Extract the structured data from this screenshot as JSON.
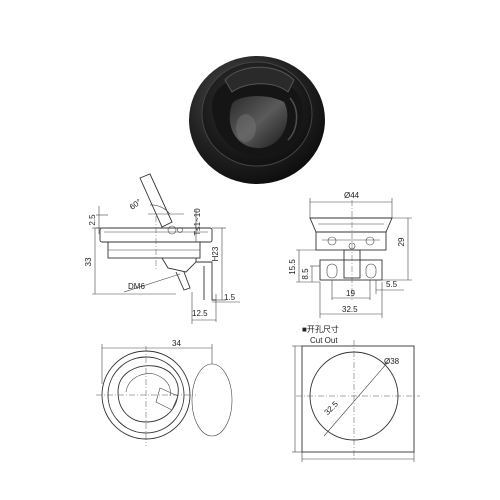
{
  "colors": {
    "background": "#ffffff",
    "line": "#333333",
    "product_body": "#1a1a1a",
    "product_highlight": "#6b6b6b"
  },
  "side_view_left": {
    "dim_2_5": "2.5",
    "angle": "60°",
    "thickness": "T≤1~10",
    "dim_33": "33",
    "dim_h23": "H23",
    "thread": "DM6",
    "dim_1_5": "1.5",
    "dim_12_5": "12.5"
  },
  "side_view_right": {
    "dia_44": "Ø44",
    "dim_29": "29",
    "dim_15_5": "15.5",
    "dim_8_5": "8.5",
    "dim_19": "19",
    "dim_5_5": "5.5",
    "dim_32_5": "32.5"
  },
  "top_view": {
    "dim_34": "34"
  },
  "cutout": {
    "title_cn": "■开孔尺寸",
    "title_en": "Cut Out",
    "dia_38": "Ø38",
    "dim_32_5": "32.5"
  }
}
